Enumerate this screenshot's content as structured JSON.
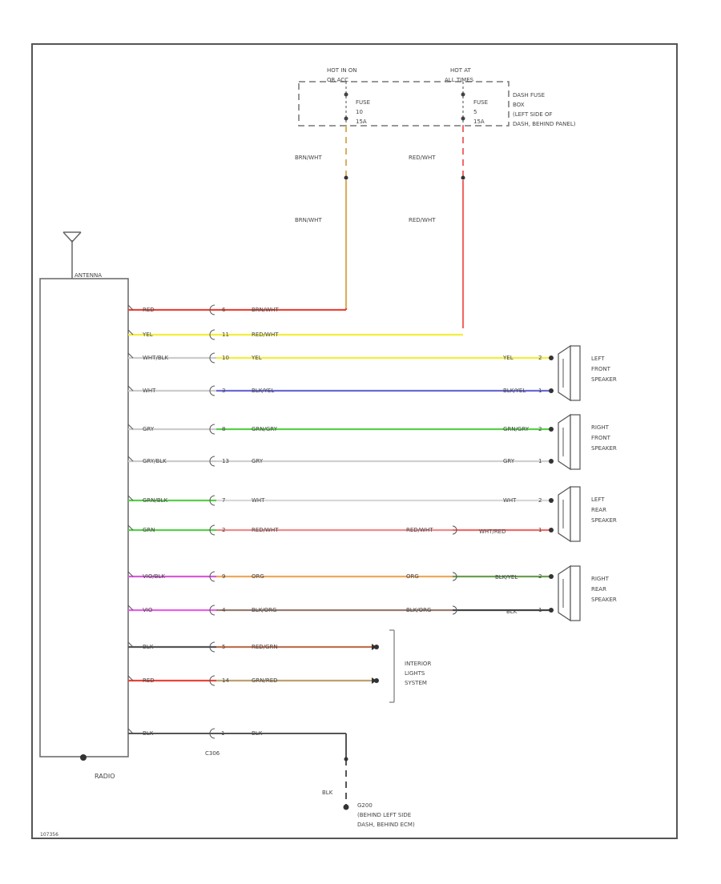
{
  "fuse_block": {
    "hot_run_label": "HOT IN ON",
    "hot_run_sub": "OR ACC",
    "hot_all_label": "HOT AT",
    "hot_all_sub": "ALL TIMES",
    "fuse_left_label": "FUSE",
    "fuse_left_num": "10",
    "fuse_left_amp": "15A",
    "fuse_right_label": "FUSE",
    "fuse_right_num": "5",
    "fuse_right_amp": "15A",
    "desc_line1": "DASH FUSE",
    "desc_line2": "BOX",
    "desc_line3": "(LEFT SIDE OF",
    "desc_line4": "DASH, BEHIND PANEL)"
  },
  "feed_wires": {
    "left_upper": "BRN/WHT",
    "left_lower": "BRN/WHT",
    "right_upper": "RED/WHT",
    "right_lower": "RED/WHT"
  },
  "radio": {
    "label": "RADIO",
    "antenna_label": "ANTENNA"
  },
  "circuits": [
    {
      "radio_wire": "RED",
      "pin": "6",
      "mid_wire": "BRN/WHT",
      "right_wire": "",
      "right_pin": "",
      "color": "#e8453c"
    },
    {
      "radio_wire": "YEL",
      "pin": "11",
      "mid_wire": "RED/WHT",
      "right_wire": "",
      "right_pin": "",
      "color": "#f2ee3c"
    },
    {
      "radio_wire": "WHT/BLK",
      "pin": "10",
      "mid_wire": "YEL",
      "right_wire": "YEL",
      "right_pin": "2",
      "color": "#f2ee3c"
    },
    {
      "radio_wire": "WHT",
      "pin": "3",
      "mid_wire": "BLK/YEL",
      "right_wire": "BLK/YEL",
      "right_pin": "1",
      "color": "#6a6ad8"
    },
    {
      "radio_wire": "GRY",
      "pin": "8",
      "mid_wire": "GRN/GRY",
      "right_wire": "GRN/GRY",
      "right_pin": "2",
      "color": "#58d04a"
    },
    {
      "radio_wire": "GRY/BLK",
      "pin": "13",
      "mid_wire": "GRY",
      "right_wire": "GRY",
      "right_pin": "1",
      "color": "#d0d0d0"
    },
    {
      "radio_wire": "GRN/BLK",
      "pin": "7",
      "mid_wire": "WHT",
      "right_wire": "WHT",
      "right_pin": "2",
      "color": "#d8d8d8"
    },
    {
      "radio_wire": "GRN",
      "pin": "2",
      "mid_wire": "RED/WHT",
      "right_wire": "RED/WHT",
      "right_pin": "1",
      "color": "#f08a8a"
    },
    {
      "radio_wire": "VIO/BLK",
      "pin": "9",
      "mid_wire": "ORG",
      "right_wire": "ORG",
      "right_pin": "2",
      "color": "#f0a85a"
    },
    {
      "radio_wire": "VIO",
      "pin": "4",
      "mid_wire": "BLK/ORG",
      "right_wire": "BLK/ORG",
      "right_pin": "1",
      "color": "#9a7a6a"
    },
    {
      "radio_wire": "BLK",
      "pin": "5",
      "mid_wire": "RED/GRN",
      "right_wire": "",
      "right_pin": "",
      "color": "#c07050"
    },
    {
      "radio_wire": "RED",
      "pin": "14",
      "mid_wire": "GRN/RED",
      "right_wire": "",
      "right_pin": "",
      "color": "#c0a070"
    }
  ],
  "rear_splices": {
    "left_rear_out": "WHT/RED",
    "right_rear_out_upper": "BLK/YEL",
    "right_rear_out_lower": "BLK"
  },
  "speakers": [
    {
      "line1": "LEFT",
      "line2": "FRONT",
      "line3": "SPEAKER"
    },
    {
      "line1": "RIGHT",
      "line2": "FRONT",
      "line3": "SPEAKER"
    },
    {
      "line1": "LEFT",
      "line2": "REAR",
      "line3": "SPEAKER"
    },
    {
      "line1": "RIGHT",
      "line2": "REAR",
      "line3": "SPEAKER"
    }
  ],
  "interior_lights": {
    "line1": "INTERIOR",
    "line2": "LIGHTS",
    "line3": "SYSTEM"
  },
  "ground": {
    "radio_wire": "BLK",
    "pin": "1",
    "mid_wire": "BLK",
    "connector_label": "C306",
    "drop_wire": "BLK",
    "ground_id": "G200",
    "desc_line1": "(BEHIND LEFT SIDE",
    "desc_line2": "DASH, BEHIND ECM)"
  },
  "figure_id": "107356"
}
